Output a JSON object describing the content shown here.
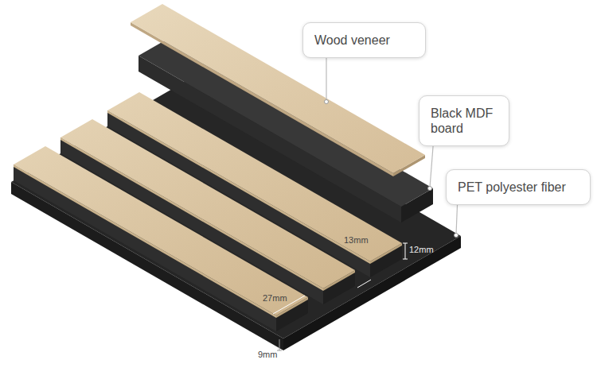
{
  "diagram": {
    "nodes": [
      {
        "text": [
          "Wood veneer"
        ]
      },
      {
        "text": [
          "Black MDF board"
        ]
      },
      {
        "text": [
          "PET polyester fiber"
        ]
      }
    ],
    "labels": [
      "12mm",
      "13mm",
      "27mm",
      "9mm"
    ]
  }
}
